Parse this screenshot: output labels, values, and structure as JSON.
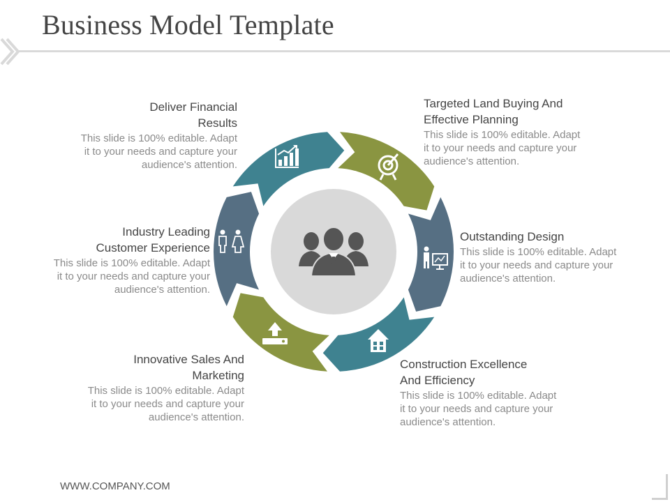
{
  "title": "Business Model Template",
  "footer": "WWW.COMPANY.COM",
  "colors": {
    "teal": "#3f8290",
    "olive": "#8a9541",
    "slate": "#566f83",
    "center": "#d9d9d9",
    "people": "#555555"
  },
  "items": [
    {
      "heading_line1": "Deliver Financial",
      "heading_line2": "Results",
      "body_line1": "This slide is 100% editable. Adapt",
      "body_line2": "it to your needs and capture your",
      "body_line3": "audience's attention.",
      "icon": "bar-chart-icon",
      "segment_color": "teal"
    },
    {
      "heading_line1": "Targeted Land Buying And",
      "heading_line2": "Effective Planning",
      "body_line1": "This slide is 100% editable. Adapt",
      "body_line2": "it to your needs and capture your",
      "body_line3": "audience's  attention.",
      "icon": "target-icon",
      "segment_color": "olive"
    },
    {
      "heading_line1": "Outstanding Design",
      "heading_line2": "",
      "body_line1": "This slide is 100% editable. Adapt",
      "body_line2": "it to your needs and capture your",
      "body_line3": "audience's attention.",
      "icon": "presenter-icon",
      "segment_color": "slate"
    },
    {
      "heading_line1": "Construction Excellence",
      "heading_line2": "And Efficiency",
      "body_line1": "This slide is 100% editable. Adapt",
      "body_line2": "it to your needs and capture your",
      "body_line3": "audience's attention.",
      "icon": "house-icon",
      "segment_color": "teal"
    },
    {
      "heading_line1": "Innovative Sales And",
      "heading_line2": "Marketing",
      "body_line1": "This slide is 100% editable. Adapt",
      "body_line2": "it to your needs and capture your",
      "body_line3": "audience's attention.",
      "icon": "upload-icon",
      "segment_color": "olive"
    },
    {
      "heading_line1": "Industry Leading",
      "heading_line2": "Customer Experience",
      "body_line1": "This slide is 100% editable. Adapt",
      "body_line2": "it to your needs and capture your",
      "body_line3": "audience's attention.",
      "icon": "customers-icon",
      "segment_color": "slate"
    }
  ],
  "center_icon": "business-team-icon"
}
